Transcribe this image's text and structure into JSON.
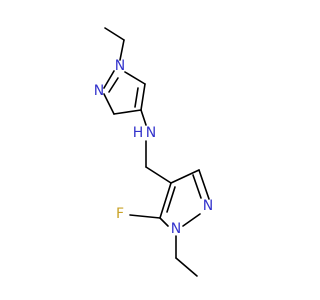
{
  "colors": {
    "nitrogen": "#3333cc",
    "fluorine": "#c9a227",
    "carbon_bond": "#000000",
    "background": "#ffffff"
  },
  "atoms": {
    "n_ring1_n1": "N",
    "n_ring1_n2": "N",
    "n_amine": "N",
    "h_amine": "H",
    "f_sub": "F",
    "n_ring2_n1": "N",
    "n_ring2_n2": "N"
  }
}
